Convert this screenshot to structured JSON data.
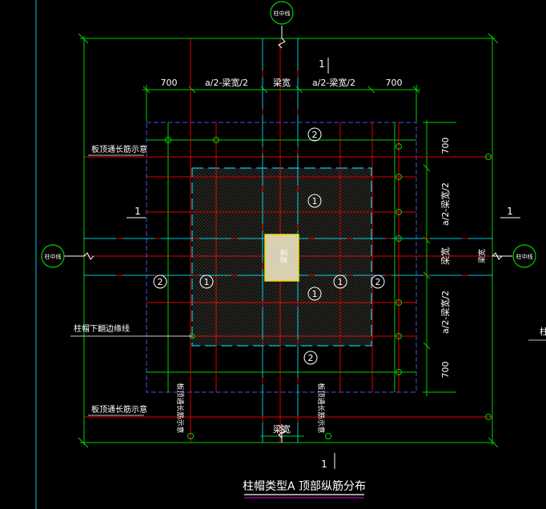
{
  "drawing": {
    "title": "柱帽类型A 顶部纵筋分布",
    "axis_marker_label": "柱中线",
    "dims": {
      "top": [
        "700",
        "a/2-梁宽/2",
        "梁宽",
        "a/2-梁宽/2",
        "700"
      ],
      "right": [
        "700",
        "a/2-梁宽/2",
        "梁宽",
        "a/2-梁宽/2",
        "700"
      ],
      "bottom_beam": "梁宽"
    },
    "section_mark": "1",
    "callouts": {
      "slab_top_long_rebar": "板顶通长筋示意",
      "cap_bottom_outline": "柱帽下翻边缘线",
      "beam_width": "梁宽"
    },
    "rebar_marks": [
      "1",
      "2"
    ],
    "right_edge_partial": "柱"
  },
  "colors": {
    "background": "#000000",
    "rebar_red": "#e00000",
    "outline_green": "#00d000",
    "text_white": "#ffffff",
    "cyan": "#00c8e0",
    "dashed_blue": "#4a4ae0",
    "column_fill": "#d8d0b0",
    "column_border": "#f0e000"
  }
}
